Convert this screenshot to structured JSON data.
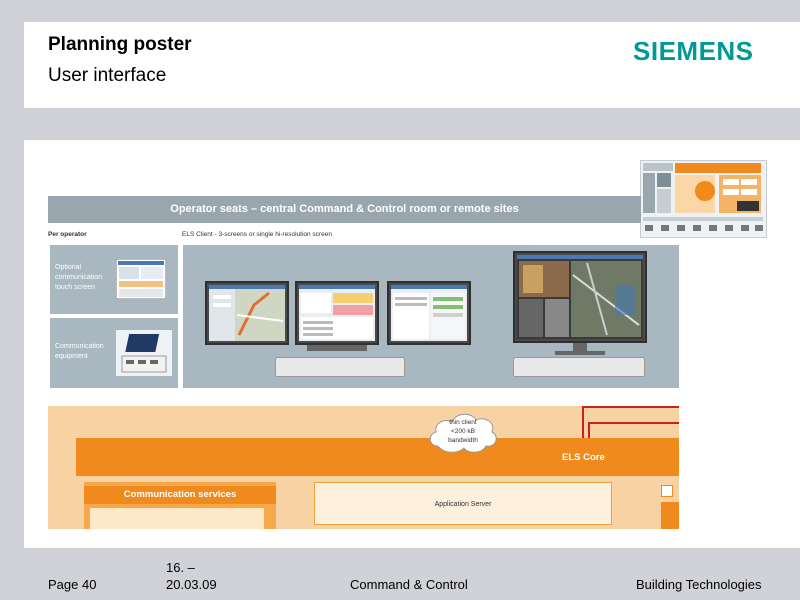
{
  "header": {
    "title": "Planning poster",
    "subtitle": "User interface",
    "logo": "SIEMENS"
  },
  "poster": {
    "band_title": "Operator seats – central Command & Control room or remote sites",
    "per_operator": "Per operator",
    "els_client": "ELS Client - 3-screens or single hi-resolution screen",
    "box1_lines": [
      "Optional",
      "communication",
      "touch screen"
    ],
    "box2_lines": [
      "Communication",
      "equipment"
    ],
    "cloud_lines": [
      "thin client",
      "<200 kB",
      "bandwidth"
    ],
    "els_core": "ELS Core",
    "comm_services": "Communication services",
    "app_server": "Application Server"
  },
  "footer": {
    "page": "Page 40",
    "date_line1": "16. –",
    "date_line2": "20.03.09",
    "center": "Command & Control",
    "right": "Building Technologies"
  },
  "colors": {
    "logo": "#009999",
    "band": "#9aa6ae",
    "els_orange": "#f08a1c",
    "panel_gray": "#a9b7c0"
  }
}
